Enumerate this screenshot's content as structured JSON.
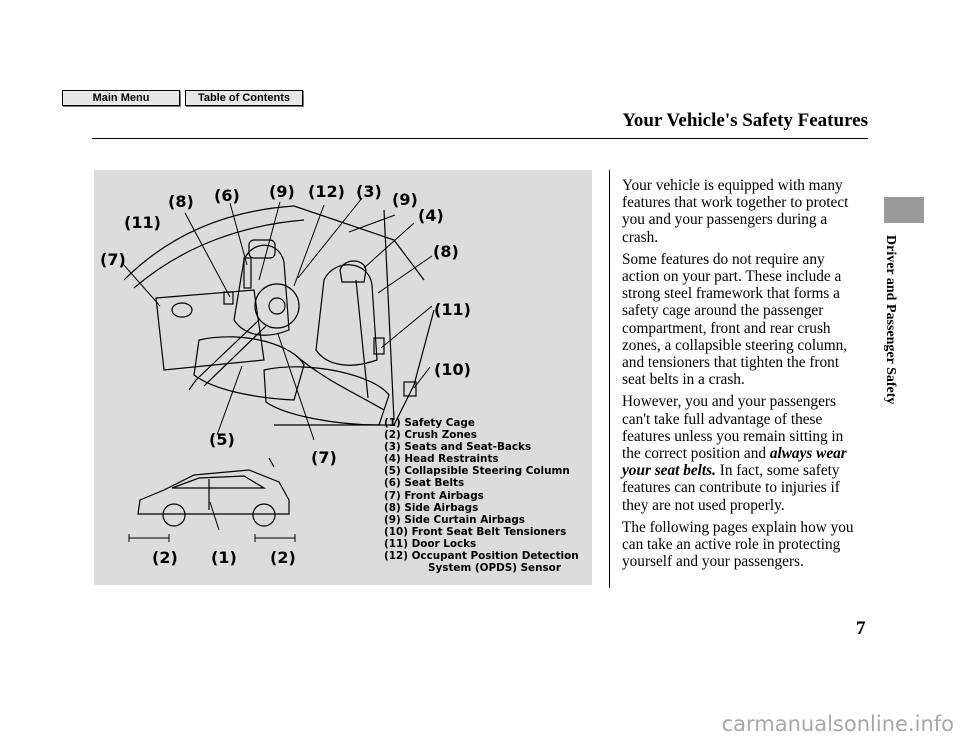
{
  "nav": {
    "main_menu": "Main Menu",
    "toc": "Table of Contents"
  },
  "header": {
    "title": "Your Vehicle's Safety Features"
  },
  "figure": {
    "callouts": [
      "(8)",
      "(6)",
      "(9)",
      "(12)",
      "(3)",
      "(9)",
      "(4)",
      "(11)",
      "(8)",
      "(7)",
      "(11)",
      "(10)",
      "(5)",
      "(7)",
      "(2)",
      "(1)",
      "(2)"
    ],
    "legend": [
      "(1) Safety Cage",
      "(2) Crush Zones",
      "(3) Seats and Seat-Backs",
      "(4) Head Restraints",
      "(5) Collapsible Steering Column",
      "(6) Seat Belts",
      "(7) Front Airbags",
      "(8) Side Airbags",
      "(9) Side Curtain Airbags",
      "(10) Front Seat Belt Tensioners",
      "(11) Door Locks",
      "(12) Occupant Position Detection",
      "System (OPDS) Sensor"
    ]
  },
  "body": {
    "p1": "Your vehicle is equipped with many features that work together to protect you and your passengers during a crash.",
    "p2": "Some features do not require any action on your part. These include a strong steel framework that forms a safety cage around the passenger compartment, front and rear crush zones, a collapsible steering column, and tensioners that tighten the front seat belts in a crash.",
    "p3_before": "However, you and your passengers can't take full advantage of these features unless you remain sitting in the correct position and",
    "p3_emphasis": "always wear your seat belts.",
    "p3_after": "In fact, some safety features can contribute to injuries if they are not used properly.",
    "p4": "The following pages explain how you can take an active role in protecting yourself and your passengers."
  },
  "side_tab": {
    "title": "Driver and Passenger Safety"
  },
  "page_number": "7",
  "watermark": "carmanualsonline.info"
}
